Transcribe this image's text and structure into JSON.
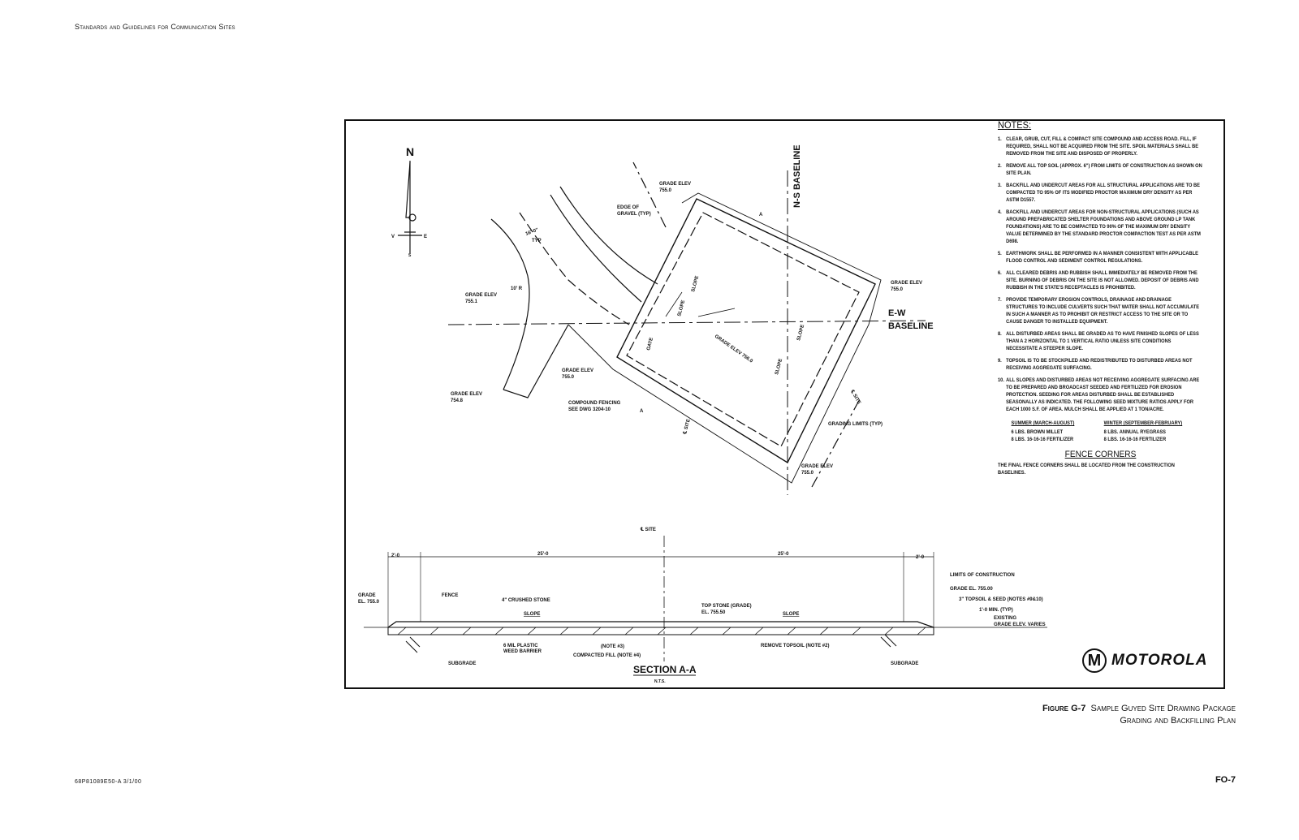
{
  "header": {
    "title": "Standards and Guidelines for Communication Sites"
  },
  "plan": {
    "north": "N",
    "compass_v": "V",
    "compass_e": "E",
    "compass_s": "S",
    "ns_baseline": "N-S BASELINE",
    "ew_baseline_1": "E-W",
    "ew_baseline_2": "BASELINE",
    "grade_elev_top": [
      "GRADE ELEV",
      "755.0"
    ],
    "grade_elev_right": [
      "GRADE ELEV",
      "755.0"
    ],
    "grade_elev_left": [
      "GRADE ELEV",
      "755.1"
    ],
    "grade_elev_bl": [
      "GRADE ELEV",
      "754.8"
    ],
    "grade_elev_road": [
      "GRADE ELEV",
      "755.0"
    ],
    "grade_elev_br": [
      "GRADE ELEV",
      "755.0"
    ],
    "grade_elev_center": "GRADE ELEV 756.0",
    "edge_gravel": [
      "EDGE OF",
      "GRAVEL (TYP)"
    ],
    "compound_fencing": [
      "COMPOUND FENCING",
      "SEE DWG 3204-10"
    ],
    "grading_limits": "GRADING LIMITS (TYP)",
    "slope": "SLOPE",
    "gate": "GATE",
    "site_cl": "℄ SITE",
    "section_mark": "A",
    "radius_10": "10' R",
    "dim_16": "16'-0\"",
    "typ": "TYP"
  },
  "section": {
    "title": "SECTION A-A",
    "nts": "N.T.S.",
    "cl_site": "℄ SITE",
    "dim_left": "2'-0",
    "dim_mid_1": "25'-0",
    "dim_mid_2": "25'-0",
    "dim_right": "2'-0",
    "grade_el": [
      "GRADE",
      "EL. 755.0"
    ],
    "fence": "FENCE",
    "crushed_stone": "4\" CRUSHED STONE",
    "slope": "SLOPE",
    "top_stone": [
      "TOP STONE (GRADE)",
      "EL. 755.50"
    ],
    "plastic": [
      "6 MIL PLASTIC",
      "WEED BARRIER"
    ],
    "compacted_fill": "COMPACTED FILL (NOTE #4)",
    "note3": "(NOTE #3)",
    "remove_topsoil": "REMOVE TOPSOIL (NOTE #2)",
    "subgrade": "SUBGRADE",
    "limits": "LIMITS OF CONSTRUCTION",
    "grade_el_right": "GRADE EL. 755.00",
    "topsoil_seed": "3\" TOPSOIL & SEED (NOTES #9&10)",
    "min_typ": "1'-0 MIN. (TYP)",
    "existing": [
      "EXISTING",
      "GRADE ELEV. VARIES"
    ]
  },
  "notes": {
    "title": "NOTES:",
    "items": [
      "CLEAR, GRUB, CUT, FILL & COMPACT SITE COMPOUND AND ACCESS ROAD. FILL, IF REQUIRED, SHALL NOT BE ACQUIRED FROM THE SITE. SPOIL MATERIALS SHALL BE REMOVED FROM THE SITE AND DISPOSED OF PROPERLY.",
      "REMOVE ALL TOP SOIL (APPROX. 6\") FROM LIMITS OF CONSTRUCTION AS SHOWN ON SITE PLAN.",
      "BACKFILL AND UNDERCUT AREAS FOR ALL STRUCTURAL APPLICATIONS ARE TO BE COMPACTED TO 95% OF ITS MODIFIED PROCTOR MAXIMUM DRY DENSITY AS PER ASTM D1557.",
      "BACKFILL AND UNDERCUT AREAS FOR NON-STRUCTURAL APPLICATIONS (SUCH AS AROUND PREFABRICATED SHELTER FOUNDATIONS AND ABOVE GROUND LP TANK FOUNDATIONS) ARE TO BE COMPACTED TO 90% OF THE MAXIMUM DRY DENSITY VALUE DETERMINED BY THE STANDARD PROCTOR COMPACTION TEST AS PER ASTM D698.",
      "EARTHWORK SHALL BE PERFORMED IN A MANNER CONSISTENT WITH APPLICABLE FLOOD CONTROL AND SEDIMENT CONTROL REGULATIONS.",
      "ALL CLEARED DEBRIS AND RUBBISH SHALL IMMEDIATELY BE REMOVED FROM THE SITE. BURNING OF DEBRIS ON THE SITE IS NOT ALLOWED. DEPOSIT OF DEBRIS AND RUBBISH IN THE STATE'S RECEPTACLES IS PROHIBITED.",
      "PROVIDE TEMPORARY EROSION CONTROLS, DRAINAGE AND DRAINAGE STRUCTURES TO INCLUDE CULVERTS SUCH THAT WATER SHALL NOT ACCUMULATE IN SUCH A MANNER AS TO PROHIBIT OR RESTRICT ACCESS TO THE SITE OR TO CAUSE DANGER TO INSTALLED EQUIPMENT.",
      "ALL DISTURBED AREAS SHALL BE GRADED AS TO HAVE FINISHED SLOPES OF LESS THAN A 2 HORIZONTAL TO 1 VERTICAL RATIO UNLESS SITE CONDITIONS NECESSITATE A STEEPER SLOPE.",
      "TOPSOIL IS TO BE STOCKPILED AND REDISTRIBUTED TO DISTURBED AREAS NOT RECEIVING AGGREGATE SURFACING.",
      "ALL SLOPES AND DISTURBED AREAS NOT RECEIVING AGGREGATE SURFACING ARE TO BE PREPARED AND BROADCAST SEEDED AND FERTILIZED FOR EROSION PROTECTION. SEEDING FOR AREAS DISTURBED SHALL BE ESTABLISHED SEASONALLY AS INDICATED. THE FOLLOWING SEED MIXTURE RATIOS APPLY FOR EACH 1000 S.F. OF AREA. MULCH SHALL BE APPLIED AT 1 TON/ACRE."
    ],
    "summer": {
      "title": "SUMMER (MARCH-AUGUST)",
      "lines": [
        "6 LBS. BROWN MILLET",
        "8 LBS. 16-16-16 FERTILIZER"
      ]
    },
    "winter": {
      "title": "WINTER (SEPTEMBER-FEBRUARY)",
      "lines": [
        "8 LBS. ANNUAL RYEGRASS",
        "8 LBS. 16-16-16 FERTILIZER"
      ]
    },
    "fence_title": "FENCE CORNERS",
    "fence_text": "THE FINAL FENCE CORNERS SHALL BE LOCATED FROM THE CONSTRUCTION BASELINES."
  },
  "logo": {
    "mark": "M",
    "word": "MOTOROLA"
  },
  "caption": {
    "fig": "Figure G-7",
    "line1": "Sample Guyed Site Drawing Package",
    "line2": "Grading and Backfilling Plan"
  },
  "footer": {
    "doc": "68P81089E50-A   3/1/00",
    "page": "FO-7"
  }
}
